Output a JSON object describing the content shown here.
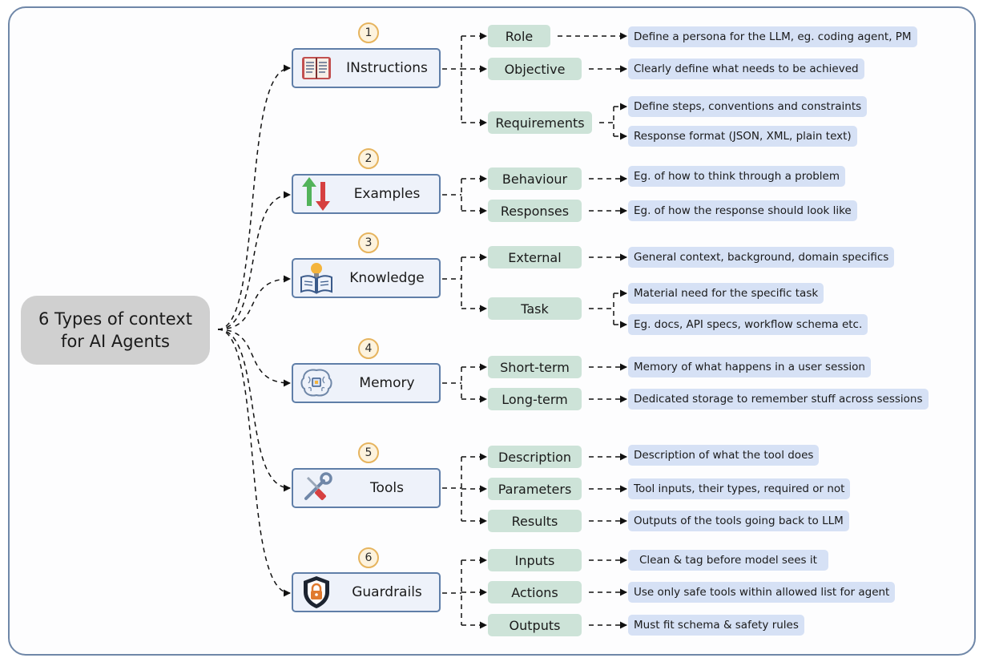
{
  "root": {
    "title": "6 Types of context\nfor AI Agents"
  },
  "categories": [
    {
      "number": "1",
      "label": "INstructions",
      "icon": "book-icon",
      "subs": [
        {
          "label": "Role",
          "descs": [
            "Define a persona for the LLM, eg. coding agent, PM"
          ]
        },
        {
          "label": "Objective",
          "descs": [
            "Clearly define what needs to be achieved"
          ]
        },
        {
          "label": "Requirements",
          "descs": [
            "Define steps, conventions and constraints",
            "Response format (JSON, XML, plain text)"
          ]
        }
      ]
    },
    {
      "number": "2",
      "label": "Examples",
      "icon": "up-down-arrows-icon",
      "subs": [
        {
          "label": "Behaviour",
          "descs": [
            "Eg. of how to think through a problem"
          ]
        },
        {
          "label": "Responses",
          "descs": [
            "Eg. of how the response should look like"
          ]
        }
      ]
    },
    {
      "number": "3",
      "label": "Knowledge",
      "icon": "open-book-lightbulb-icon",
      "subs": [
        {
          "label": "External",
          "descs": [
            "General context, background, domain specifics"
          ]
        },
        {
          "label": "Task",
          "descs": [
            "Material need for the specific task",
            "Eg. docs, API specs, workflow schema etc."
          ]
        }
      ]
    },
    {
      "number": "4",
      "label": "Memory",
      "icon": "brain-chip-icon",
      "subs": [
        {
          "label": "Short-term",
          "descs": [
            "Memory of what happens in a user session"
          ]
        },
        {
          "label": "Long-term",
          "descs": [
            "Dedicated storage to remember stuff across sessions"
          ]
        }
      ]
    },
    {
      "number": "5",
      "label": "Tools",
      "icon": "wrench-screwdriver-icon",
      "subs": [
        {
          "label": "Description",
          "descs": [
            "Description of what the tool does"
          ]
        },
        {
          "label": "Parameters",
          "descs": [
            "Tool inputs, their types, required or not"
          ]
        },
        {
          "label": "Results",
          "descs": [
            "Outputs of the tools going back to LLM"
          ]
        }
      ]
    },
    {
      "number": "6",
      "label": "Guardrails",
      "icon": "shield-lock-icon",
      "subs": [
        {
          "label": "Inputs",
          "descs": [
            "Clean & tag before model sees it"
          ]
        },
        {
          "label": "Actions",
          "descs": [
            "Use only safe tools within allowed list for agent"
          ]
        },
        {
          "label": "Outputs",
          "descs": [
            "Must fit schema & safety rules"
          ]
        }
      ]
    }
  ]
}
